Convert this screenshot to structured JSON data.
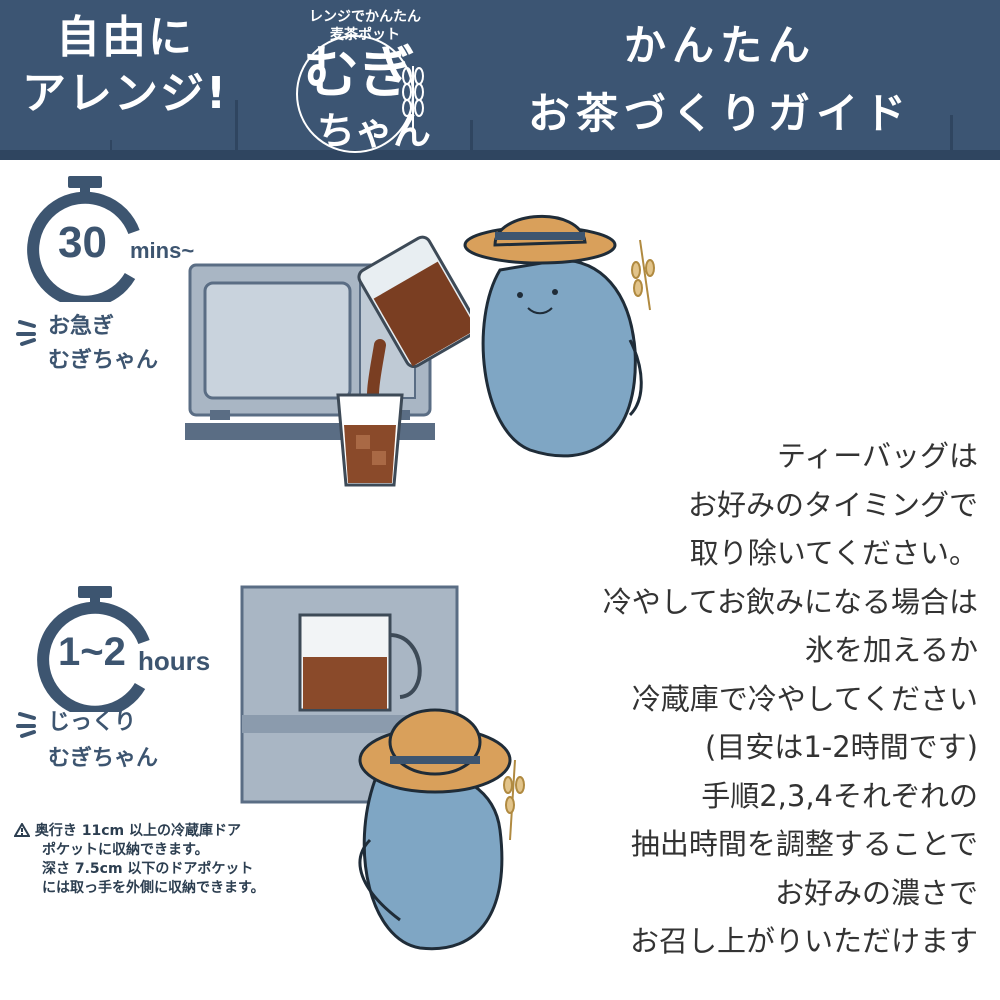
{
  "header": {
    "left_lines": [
      "自由に",
      "アレンジ!"
    ],
    "right_lines": [
      "かんたん",
      "お茶づくりガイド"
    ],
    "logo": {
      "tagline_1": "レンジでかんたん",
      "tagline_2": "麦茶ポット",
      "name_1": "むぎ",
      "name_2": "ちゃん"
    }
  },
  "timer_fast": {
    "number": "30",
    "unit": "mins~",
    "label_1": "お急ぎ",
    "label_2": "むぎちゃん"
  },
  "timer_slow": {
    "number": "1~2",
    "unit": "hours",
    "label_1": "じっくり",
    "label_2": "むぎちゃん"
  },
  "instructions": [
    "ティーバッグは",
    "お好みのタイミングで",
    "取り除いてください。",
    "冷やしてお飲みになる場合は",
    "氷を加えるか",
    "冷蔵庫で冷やしてください",
    "(目安は1-2時間です)",
    "手順2,3,4それぞれの",
    "抽出時間を調整することで",
    "お好みの濃さで",
    "お召し上がりいただけます"
  ],
  "note": {
    "icon": "warning-icon",
    "line_1": "奥行き 11cm 以上の冷蔵庫ドア",
    "line_2": "ポケットに収納できます。",
    "line_3": "深さ 7.5cm 以下のドアポケット",
    "line_4": "には取っ手を外側に収納できます。"
  },
  "colors": {
    "header_bg": "#3c5573",
    "accent_navy": "#3d5570",
    "character_blue": "#7fa6c4",
    "hat_orange": "#d9a05b",
    "tea_brown": "#8a4a2a"
  }
}
